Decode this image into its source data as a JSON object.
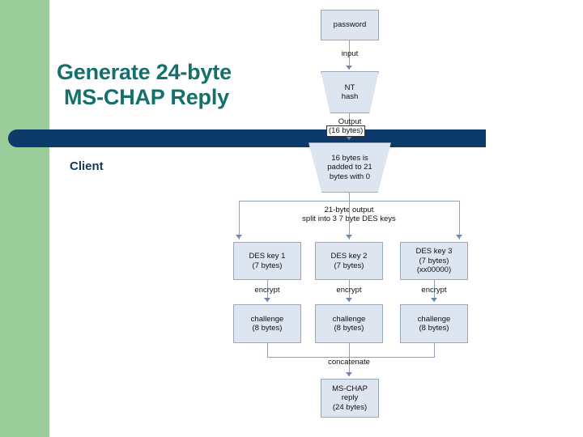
{
  "slide": {
    "title_line1": "Generate 24-byte",
    "title_line2": "MS-CHAP Reply",
    "section_label": "Client",
    "colors": {
      "sidebar_green": "#9bcd9b",
      "title_teal": "#13706b",
      "bar_navy": "#0b3a6b",
      "node_fill": "#dde5f0",
      "node_border": "#9aa8bd",
      "connector": "#8fa3bd"
    }
  },
  "diagram": {
    "type": "flowchart",
    "nodes": {
      "password": "password",
      "nt_hash": "NT\nhash",
      "padding": "16 bytes is\npadded to 21\nbytes with 0",
      "des_key_1": "DES key 1\n(7 bytes)",
      "des_key_2": "DES key 2\n(7 bytes)",
      "des_key_3": "DES key 3\n(7 bytes)\n(xx00000)",
      "challenge_1": "challenge\n(8 bytes)",
      "challenge_2": "challenge\n(8 bytes)",
      "challenge_3": "challenge\n(8 bytes)",
      "ms_chap_reply": "MS-CHAP\nreply\n(24 bytes)"
    },
    "labels": {
      "input": "input",
      "output": "Output",
      "output_bytes": "(16 bytes)",
      "split_line1": "21-byte output",
      "split_line2": "split into 3 7 byte DES keys",
      "encrypt_1": "encrypt",
      "encrypt_2": "encrypt",
      "encrypt_3": "encrypt",
      "concatenate": "concatenate"
    }
  }
}
